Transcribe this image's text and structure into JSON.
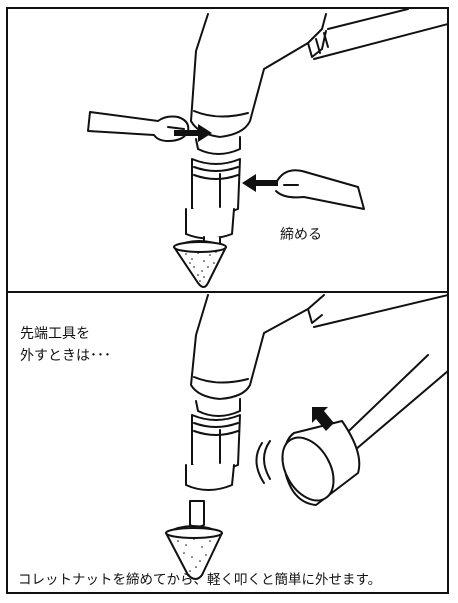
{
  "panels": {
    "top": {
      "label": "締める"
    },
    "bottom": {
      "intro_line1": "先端工具を",
      "intro_line2": "外すときは･･･",
      "caption": "コレットナットを締めてから、軽く叩くと簡単に外せます。"
    }
  },
  "colors": {
    "line": "#111111",
    "background": "#ffffff",
    "arrow": "#111111"
  },
  "icons": {
    "tool_body": "die-grinder-body",
    "wrench_left": "open-end-wrench",
    "wrench_right": "open-end-wrench",
    "collet_nut": "collet-nut",
    "grinding_bit": "conical-grinding-bit",
    "mallet": "mallet",
    "arrow": "push-arrow"
  }
}
